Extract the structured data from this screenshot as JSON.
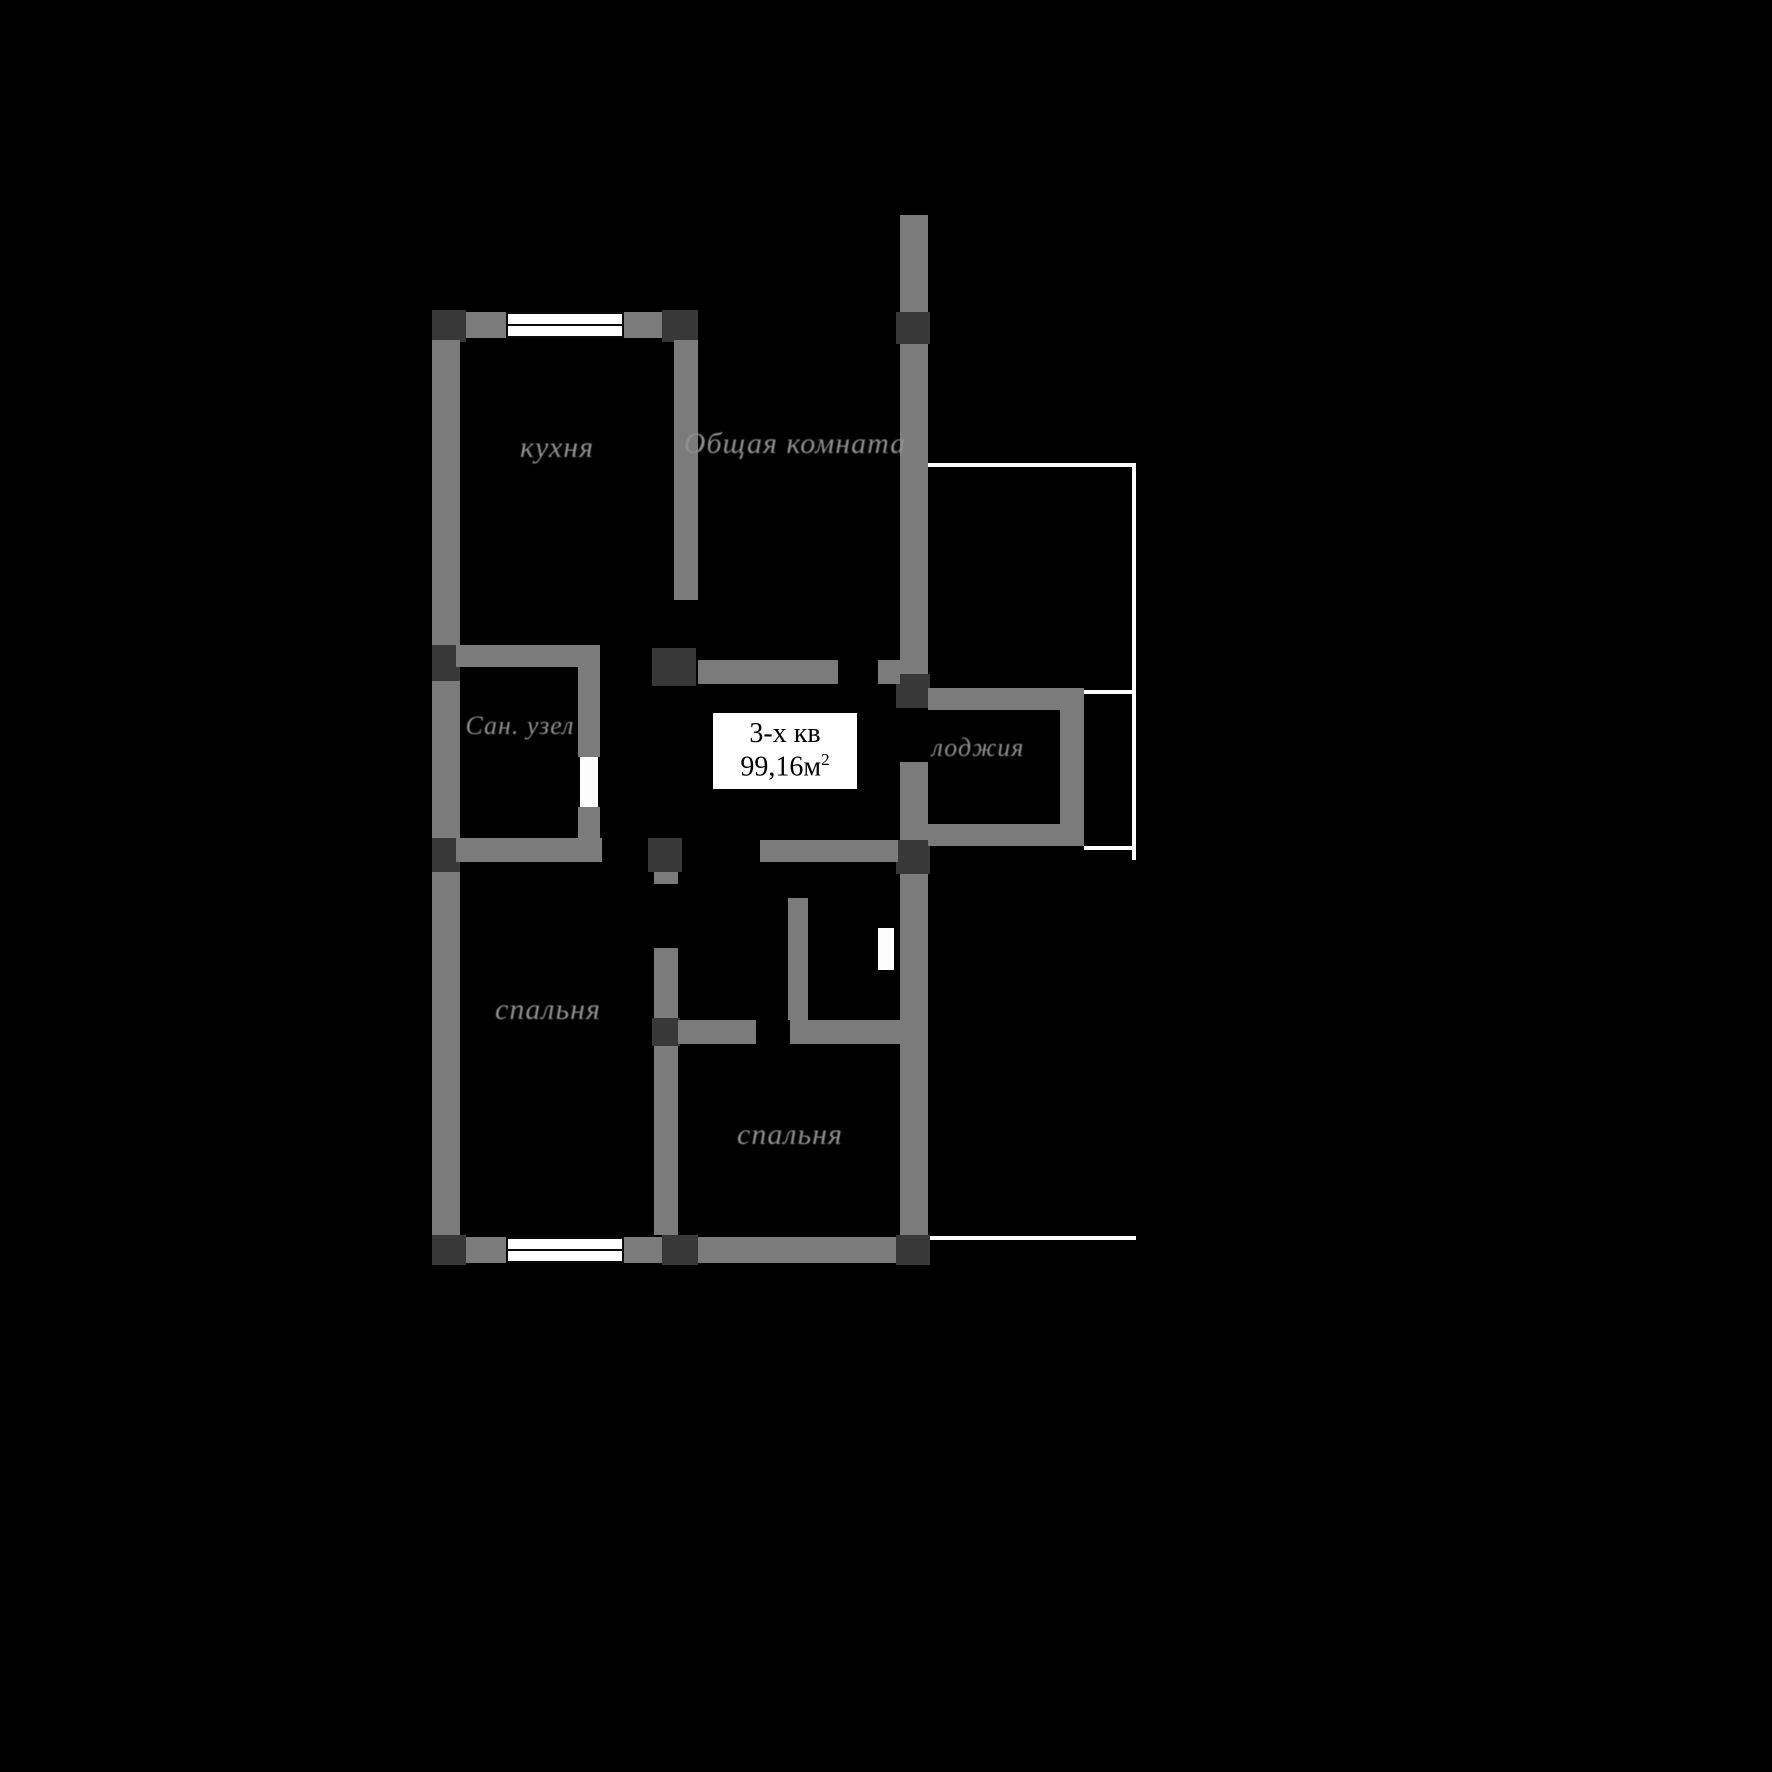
{
  "colors": {
    "background": "#000000",
    "wall": "#7b7b7b",
    "wall_corner": "#383838",
    "window": "#ffffff",
    "exterior_line": "#fdfdfd",
    "room_label": "#8f8f8f",
    "info_background": "#ffffff",
    "info_border": "#000000"
  },
  "rooms": [
    {
      "id": "kitchen",
      "label": "кухня"
    },
    {
      "id": "living-room",
      "label": "Общая комната"
    },
    {
      "id": "bathroom",
      "label": "Сан. узел"
    },
    {
      "id": "loggia",
      "label": "лоджия"
    },
    {
      "id": "bedroom-1",
      "label": "спальня"
    },
    {
      "id": "bedroom-2",
      "label": "спальня"
    }
  ],
  "info_box": {
    "type_label": "3-х кв",
    "area_value": "99,16м",
    "area_superscript": "2"
  }
}
